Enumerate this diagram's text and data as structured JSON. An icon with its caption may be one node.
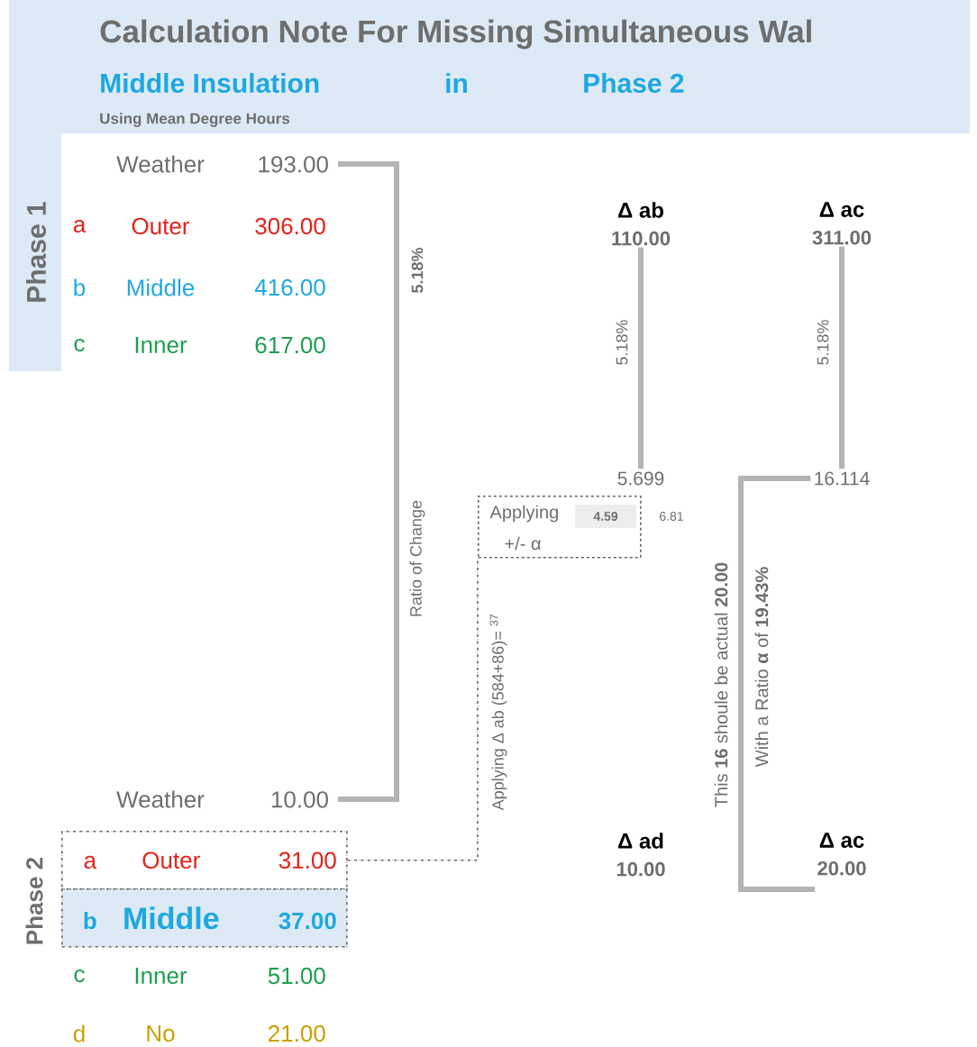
{
  "diagram": {
    "title": "Calculation Note For Missing Simultaneous Wal",
    "nodes": [
      {
        "text": [
          "Weather",
          "193.00"
        ]
      },
      {
        "text": [
          "Weather",
          "10.00"
        ]
      },
      {
        "text": [
          "a",
          "Outer",
          "31.00"
        ]
      },
      {
        "text": [
          "b",
          "Middle",
          "37.00"
        ]
      },
      {
        "text": [
          "Applying",
          "4.59",
          "+/- α"
        ],
        "beside": [
          "6.81"
        ]
      },
      {
        "text": [
          "Δ ab",
          "110.00"
        ]
      },
      {
        "text": [
          "5.699"
        ]
      },
      {
        "text": [
          "Δ ac",
          "311.00"
        ]
      },
      {
        "text": [
          "16.114"
        ]
      },
      {
        "text": [
          "Δ ad",
          "10.00"
        ]
      },
      {
        "text": [
          "Δ ac",
          "20.00"
        ]
      }
    ],
    "edges": [
      {
        "from": 0,
        "to": 1,
        "arrow": "none",
        "label": "5.18%"
      },
      {
        "from": 5,
        "to": 6,
        "arrow": "none",
        "label": "5.18%"
      },
      {
        "from": 7,
        "to": 8,
        "arrow": "none",
        "label": "5.18%"
      },
      {
        "from": 2,
        "to": 4,
        "arrow": "none",
        "label": "Applying Δ ab (584+86)= $^{37}$",
        "style": "dashed",
        "color": "#666666"
      },
      {
        "from": 8,
        "to": 10,
        "arrow": "none",
        "label": "This **16** shoule be actual **20.00**"
      }
    ],
    "labels": [
      "Middle Insulation",
      "in",
      "Phase 2",
      "Using Mean Degree Hours",
      "Phase 1",
      "a",
      "Outer",
      "306.00",
      "b",
      "Middle",
      "416.00",
      "c",
      "Inner",
      "617.00",
      "Ratio of Change",
      "With a Ratio **α** of **19.43%**",
      "Phase 2",
      "c",
      "Inner",
      "51.00",
      "d",
      "No",
      "21.00"
    ]
  }
}
